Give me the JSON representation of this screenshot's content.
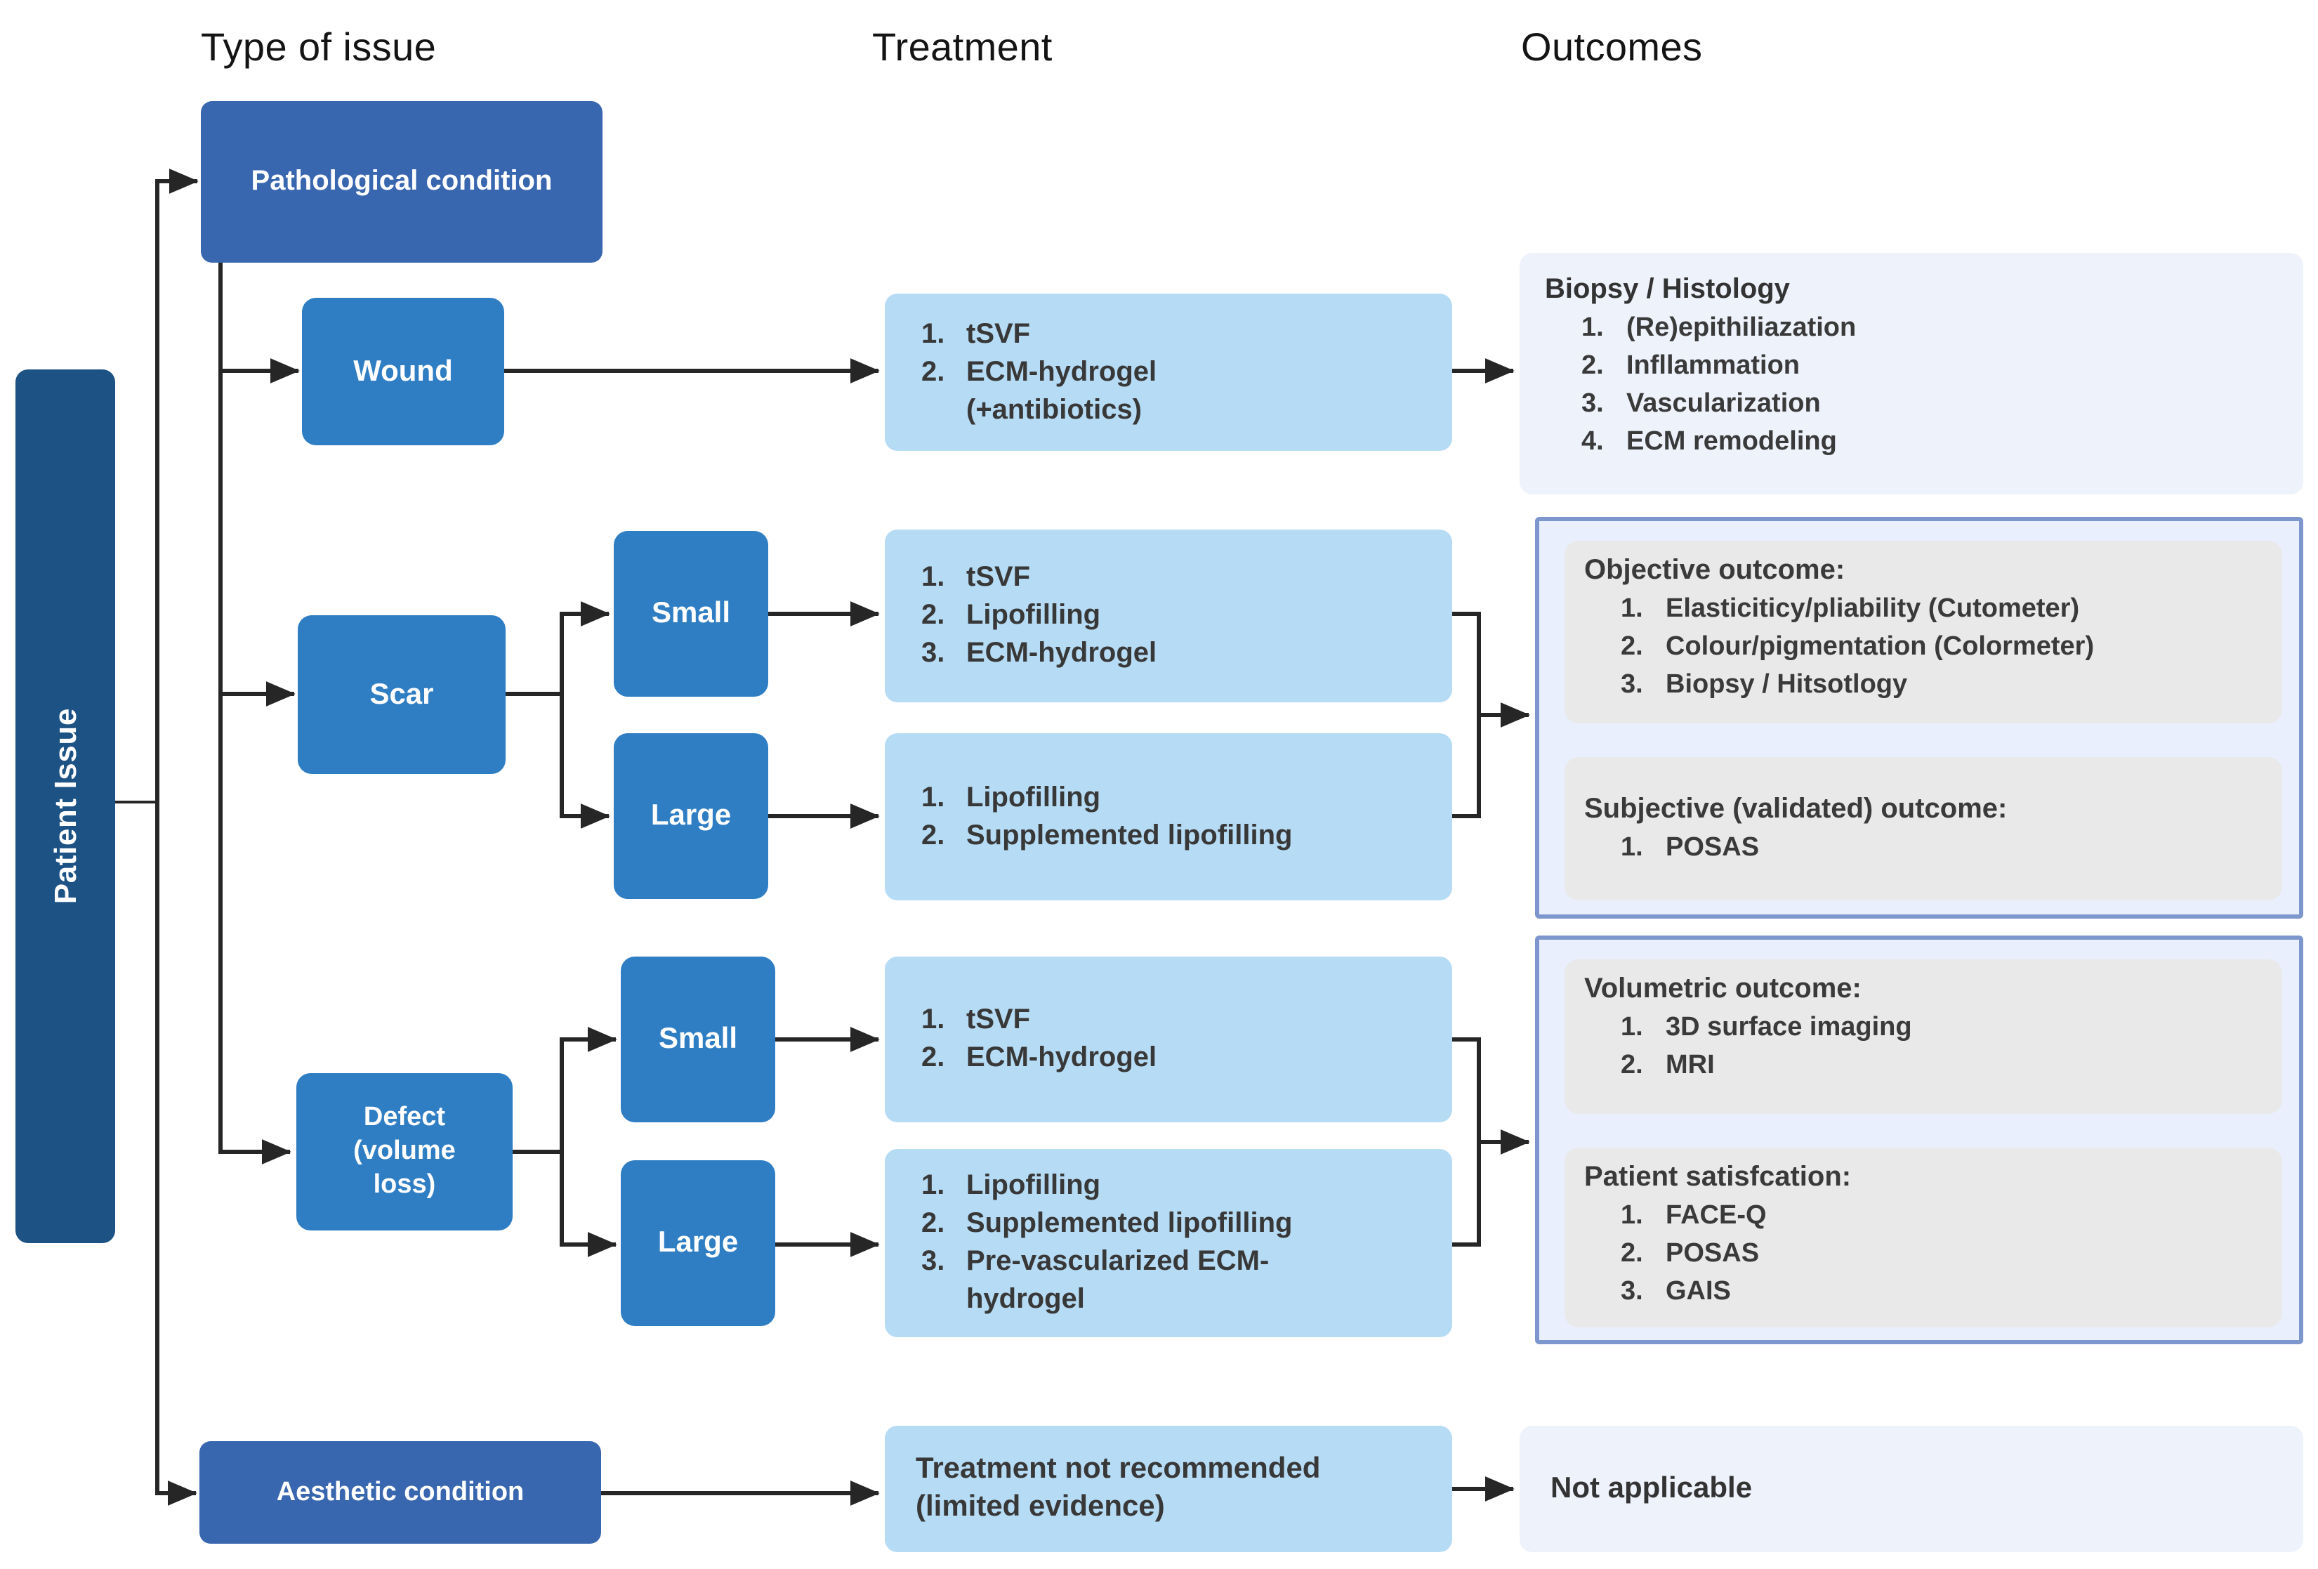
{
  "headers": {
    "type_of_issue": "Type of issue",
    "treatment": "Treatment",
    "outcomes": "Outcomes"
  },
  "patient_issue": {
    "label": "Patient Issue"
  },
  "type_boxes": {
    "pathological": "Pathological condition",
    "aesthetic": "Aesthetic condition",
    "wound": "Wound",
    "scar": "Scar",
    "defect": "Defect\n(volume\nloss)",
    "scar_small": "Small",
    "scar_large": "Large",
    "defect_small": "Small",
    "defect_large": "Large"
  },
  "treatments": {
    "wound": {
      "items": [
        {
          "num": "1.",
          "text": "tSVF"
        },
        {
          "num": "2.",
          "text": "ECM-hydrogel\n(+antibiotics)"
        }
      ]
    },
    "scar_small": {
      "items": [
        {
          "num": "1.",
          "text": "tSVF"
        },
        {
          "num": "2.",
          "text": "Lipofilling"
        },
        {
          "num": "3.",
          "text": "ECM-hydrogel"
        }
      ]
    },
    "scar_large": {
      "items": [
        {
          "num": "1.",
          "text": "Lipofilling"
        },
        {
          "num": "2.",
          "text": "Supplemented lipofilling"
        }
      ]
    },
    "defect_small": {
      "items": [
        {
          "num": "1.",
          "text": "tSVF"
        },
        {
          "num": "2.",
          "text": "ECM-hydrogel"
        }
      ]
    },
    "defect_large": {
      "items": [
        {
          "num": "1.",
          "text": "Lipofilling"
        },
        {
          "num": "2.",
          "text": "Supplemented lipofilling"
        },
        {
          "num": "3.",
          "text": "Pre-vascularized ECM-\nhydrogel"
        }
      ]
    },
    "aesthetic": {
      "text": "Treatment not recommended\n(limited evidence)"
    }
  },
  "outcomes": {
    "wound": {
      "title": "Biopsy / Histology",
      "items": [
        {
          "num": "1.",
          "text": "(Re)epithiliazation"
        },
        {
          "num": "2.",
          "text": "Infllammation"
        },
        {
          "num": "3.",
          "text": "Vascularization"
        },
        {
          "num": "4.",
          "text": "ECM remodeling"
        }
      ]
    },
    "scar": {
      "objective": {
        "title": "Objective outcome:",
        "items": [
          {
            "num": "1.",
            "text": "Elasticiticy/pliability (Cutometer)"
          },
          {
            "num": "2.",
            "text": "Colour/pigmentation (Colormeter)"
          },
          {
            "num": "3.",
            "text": "Biopsy / Hitsotlogy"
          }
        ]
      },
      "subjective": {
        "title": "Subjective (validated) outcome:",
        "items": [
          {
            "num": "1.",
            "text": "POSAS"
          }
        ]
      }
    },
    "defect": {
      "volumetric": {
        "title": "Volumetric outcome:",
        "items": [
          {
            "num": "1.",
            "text": "3D surface imaging"
          },
          {
            "num": "2.",
            "text": "MRI"
          }
        ]
      },
      "satisfaction": {
        "title": "Patient satisfcation:",
        "items": [
          {
            "num": "1.",
            "text": "FACE-Q"
          },
          {
            "num": "2.",
            "text": "POSAS"
          },
          {
            "num": "3.",
            "text": "GAIS"
          }
        ]
      }
    },
    "not_applicable": "Not applicable"
  },
  "colors": {
    "dark_navy": "#1d5284",
    "medium_blue": "#3866af",
    "bright_blue": "#2f7ec4",
    "treatment_blue": "#b6dbf4",
    "outcome_pale": "#edf2fb",
    "wrapper_bg": "#e9effc",
    "wrapper_border": "#7e96ce",
    "gray_panel": "#e9e9e9",
    "line": "#262626",
    "text_dark": "#383838"
  }
}
